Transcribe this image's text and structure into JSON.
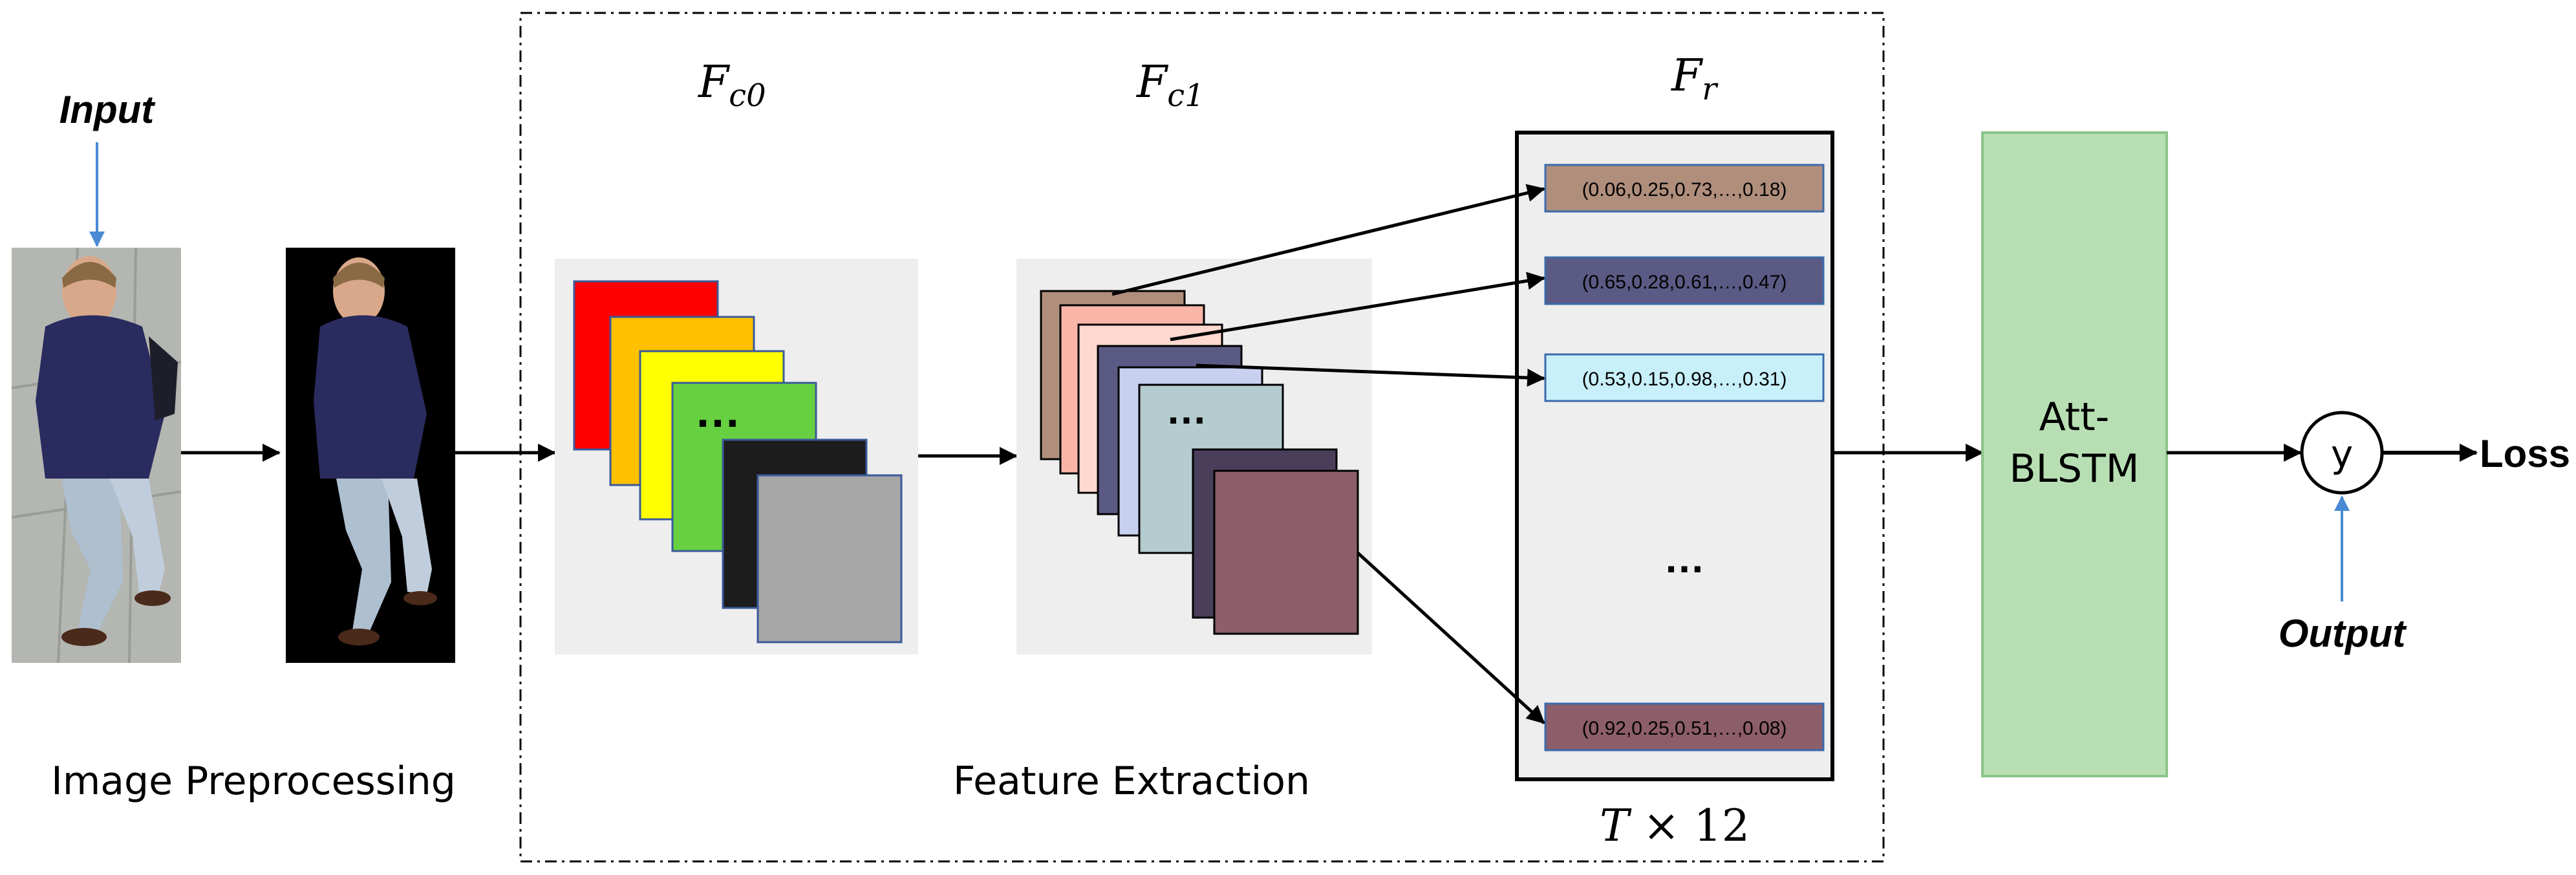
{
  "labels": {
    "input": "Input",
    "output": "Output",
    "loss": "Loss",
    "image_preprocessing": "Image Preprocessing",
    "feature_extraction": "Feature Extraction",
    "fc0_main": "F",
    "fc0_sub": "c0",
    "fc1_main": "F",
    "fc1_sub": "c1",
    "fr_main": "F",
    "fr_sub": "r",
    "t12": "T × 12",
    "att_line1": "Att-",
    "att_line2": "BLSTM",
    "y": "y",
    "fc0_dots": "…",
    "fc1_dots": "…",
    "fr_dots": "…"
  },
  "vectors": [
    "(0.06,0.25,0.73,…,0.18)",
    "(0.65,0.28,0.61,…,0.47)",
    "(0.53,0.15,0.98,…,0.31)",
    "(0.92,0.25,0.51,…,0.08)"
  ],
  "colors": {
    "fc0_maps": [
      "#ff0000",
      "#ffc000",
      "#ffff00",
      "#66d040",
      "#1c1c1c",
      "#a6a6a6"
    ],
    "fc1_maps": [
      "#b08e7c",
      "#f9b6a8",
      "#ffd9d0",
      "#5a5a84",
      "#c8d0f0",
      "#b4ccd0",
      "#4a3e5a",
      "#8c5e6a"
    ],
    "vector_fills": [
      "#b08e7c",
      "#5a5a84",
      "#c8f0fa",
      "#8c5e6a"
    ],
    "att_box": "#b7dfb3",
    "panel": "#eeeeee",
    "pointer_arrow": "#4a8ad4"
  }
}
